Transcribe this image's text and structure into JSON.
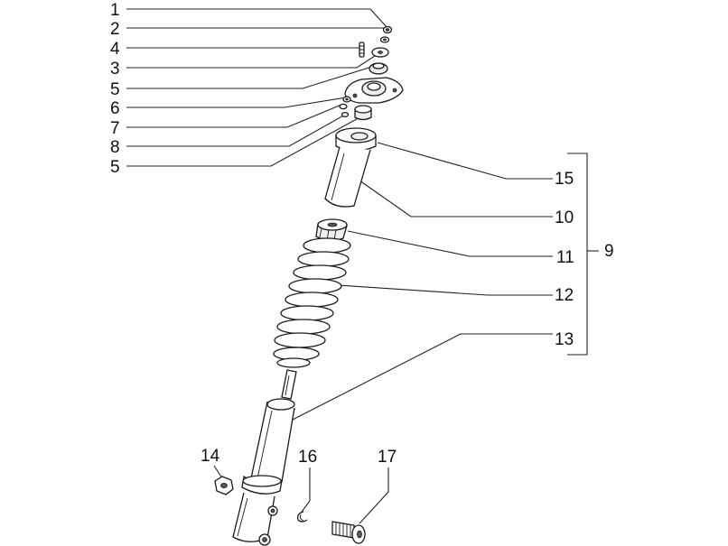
{
  "callouts": {
    "c1": "1",
    "c2": "2",
    "c4": "4",
    "c3": "3",
    "c5a": "5",
    "c6": "6",
    "c7": "7",
    "c8": "8",
    "c5b": "5",
    "c15": "15",
    "c10": "10",
    "c11": "11",
    "c12": "12",
    "c13": "13",
    "c9": "9",
    "c14": "14",
    "c16": "16",
    "c17": "17"
  }
}
